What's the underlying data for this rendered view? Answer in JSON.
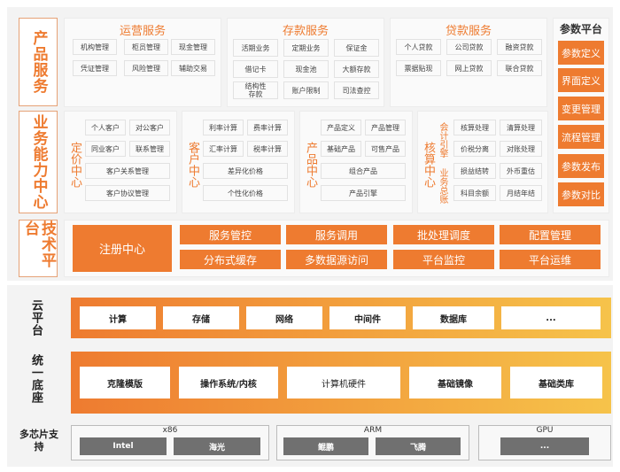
{
  "rows": {
    "product": "产品服务",
    "business": "业务能力中心",
    "tech": "技术平台"
  },
  "ops": {
    "title": "运营服务",
    "items": [
      "机构管理",
      "柜员管理",
      "现金管理",
      "凭证管理",
      "风险管理",
      "辅助交易"
    ]
  },
  "deposit": {
    "title": "存款服务",
    "items": [
      "活期业务",
      "定期业务",
      "保证金",
      "借记卡",
      "现金池",
      "大额存款",
      "结构性\n存款",
      "账户限制",
      "司法查控"
    ]
  },
  "loan": {
    "title": "贷款服务",
    "items": [
      "个人贷款",
      "公司贷款",
      "融资贷款",
      "票据贴现",
      "网上贷款",
      "联合贷款"
    ]
  },
  "param": {
    "title": "参数平台",
    "items": [
      "参数定义",
      "界面定义",
      "变更管理",
      "流程管理",
      "参数发布",
      "参数对比"
    ]
  },
  "pricing": {
    "label": "定价中心",
    "items": [
      "个人客户",
      "对公客户",
      "同业客户",
      "联系管理",
      "客户关系管理",
      "客户协议管理"
    ]
  },
  "customer": {
    "label": "客户中心",
    "items": [
      "利率计算",
      "费率计算",
      "汇率计算",
      "税率计算",
      "差异化价格",
      "个性化价格"
    ]
  },
  "productCenter": {
    "label": "产品中心",
    "items": [
      "产品定义",
      "产品管理",
      "基础产品",
      "可售产品",
      "组合产品",
      "产品引擎"
    ]
  },
  "accounting": {
    "label": "核算中心",
    "sub1": "会计引擎",
    "sub2": "业务总账",
    "items": [
      "核算处理",
      "清算处理",
      "价税分离",
      "对账处理",
      "损益结转",
      "外币重估",
      "科目余额",
      "月结年结"
    ]
  },
  "tech": {
    "main": "注册中心",
    "items": [
      "服务管控",
      "服务调用",
      "批处理调度",
      "配置管理",
      "分布式缓存",
      "多数据源访问",
      "平台监控",
      "平台运维"
    ]
  },
  "cloud": {
    "label": "云平台",
    "items": [
      "计算",
      "存储",
      "网络",
      "中间件",
      "数据库",
      "..."
    ]
  },
  "base": {
    "label": "统一底座",
    "items": [
      "克隆模版",
      "操作系统/内核",
      "计算机硬件",
      "基础镜像",
      "基础类库"
    ]
  },
  "chips": {
    "label": "多芯片支持",
    "groups": [
      {
        "title": "x86",
        "items": [
          "Intel",
          "海光"
        ]
      },
      {
        "title": "ARM",
        "items": [
          "鲲鹏",
          "飞腾"
        ]
      },
      {
        "title": "GPU",
        "items": [
          "..."
        ]
      }
    ]
  },
  "colors": {
    "accent": "#ee7b30",
    "chip": "#707070"
  }
}
